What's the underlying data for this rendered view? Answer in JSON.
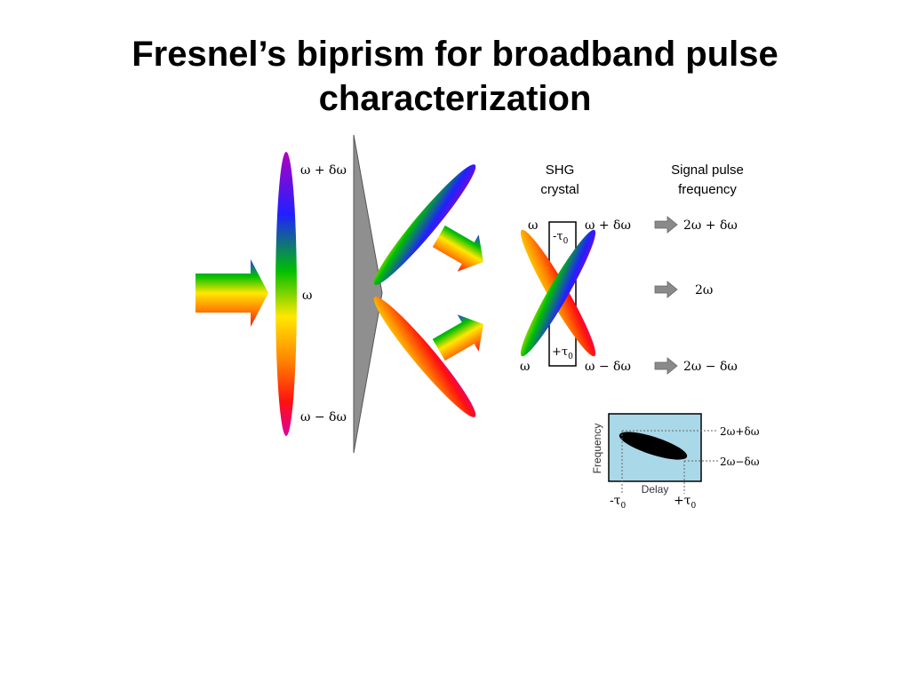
{
  "title": {
    "line1": "Fresnel’s biprism for broadband pulse",
    "line2": "characterization"
  },
  "input_beam": {
    "top_label": "ω + δω",
    "mid_label": "ω",
    "bottom_label": "ω − δω"
  },
  "shg": {
    "crystal_header_1": "SHG",
    "crystal_header_2": "crystal",
    "signal_header_1": "Signal pulse",
    "signal_header_2": "frequency",
    "left_top": "ω",
    "right_top": "ω + δω",
    "left_bottom": "ω",
    "right_bottom": "ω − δω",
    "minus_tau": "-τ",
    "plus_tau": "+τ",
    "tau_sub": "0",
    "signal_top": "2ω + δω",
    "signal_mid": "2ω",
    "signal_bottom": "2ω − δω"
  },
  "inset": {
    "ylabel": "Frequency",
    "xlabel": "Delay",
    "label_high": "2ω+δω",
    "label_low": "2ω−δω",
    "tick_left": "-τ",
    "tick_right": "+τ",
    "tick_sub": "0",
    "background": "#a9d8e8"
  },
  "colors": {
    "prism": "#8f8f8f",
    "arrow_gray": "#8a8a8a"
  }
}
